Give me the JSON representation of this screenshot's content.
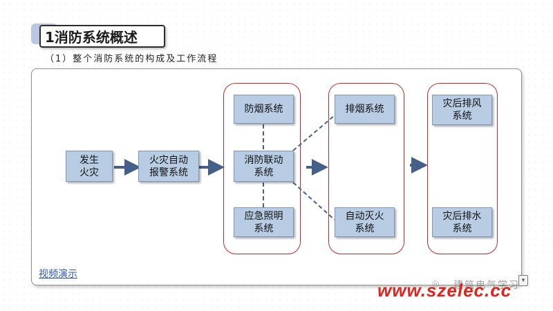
{
  "slide": {
    "title": "1消防系统概述",
    "subtitle": "（1）整个消防系统的构成及工作流程",
    "video_link": "视频演示"
  },
  "diagram": {
    "nodes": {
      "fire": "发生火灾",
      "alarm": "火灾自动报警系统",
      "smoke_prevention": "防烟系统",
      "linkage": "消防联动系统",
      "emergency_light": "应急照明系统",
      "smoke_exhaust": "排烟系统",
      "auto_extinguish": "自动灭火系统",
      "post_exhaust": "灾后排风系统",
      "post_drain": "灾后排水系统"
    },
    "colors": {
      "node_fill": "#b8cce4",
      "arrow": "#44608a",
      "group_border": "#c0282d"
    }
  },
  "watermark": {
    "wechat_icon": "wechat-icon",
    "name": "建筑电气学习",
    "url": "www.szelec.cc"
  }
}
